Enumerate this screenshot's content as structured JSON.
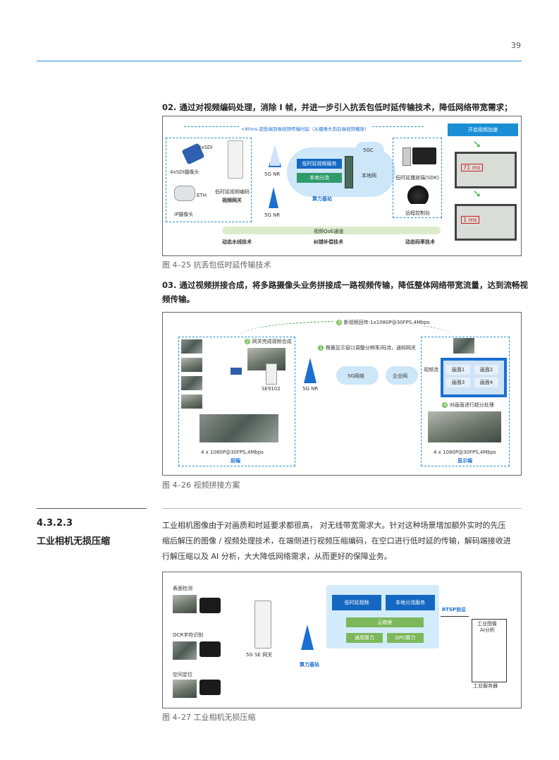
{
  "page_number": "39",
  "section1": {
    "heading": "02. 通过对视频编码处理，消除 I 帧，并进一步引入抗丢包低时延传输技术，降低网络带宽需求；",
    "figure": {
      "latency_banner": "<80ms  超低端到端视频传输时延（从摄像头到后端视频播放）",
      "sdi_label": "4xSDI",
      "sdi_camera": "4xSDI摄像头",
      "eth_label": "ETH",
      "ip_camera": "IP摄像头",
      "encoder_label": "低时延视频编码",
      "gateway_label": "视频网关",
      "nr_top": "5G NR",
      "nr_bottom": "5G NR",
      "service_low_latency": "低时延视频服务",
      "service_local_split": "本地分流",
      "compute_station": "算力基站",
      "gc_label": "5GC",
      "local_net": "本地网",
      "decoder_label": "低时延播放端(SDK)",
      "console_label": "远程控制台",
      "accel_button": "开启视频加速",
      "qoe_bar": "视频QoE通道",
      "tech1": "动态水线技术",
      "tech2": "纠错补偿技术",
      "tech3": "动态码率技术",
      "screen_top_text": "71 ms",
      "screen_bottom_text": "1 ms"
    },
    "caption": "图 4–25 抗丢包低时延传输技术"
  },
  "section2": {
    "heading_line1": "03. 通过视频拼接合成，将多路摄像头业务拼接成一路视频传输，降低整体网络带宽流量，达到流畅视",
    "heading_line2": "频传输。",
    "figure": {
      "step3": "新视频回传:1x1080P@30FPS,4Mbps",
      "step2": "网关完成视频合成",
      "step1": "根据显示窗口调整分辨率/码流，通知网关",
      "step4": "对画面进行超分处理",
      "gateway_model": "SE9102",
      "nr_label": "5G NR",
      "net_5g": "5G网络",
      "net_ent": "企业网",
      "stream_label": "视频流",
      "screens": [
        "画面1",
        "画面2",
        "画面3",
        "画面4"
      ],
      "front_spec": "4 x 1080P@30FPS,4Mbps",
      "front_label": "前端",
      "display_spec": "4 x 1080P@30FPS,4Mbps",
      "display_label": "显示端"
    },
    "caption": "图 4–26 视频拼接方案"
  },
  "section3": {
    "number": "4.3.2.3",
    "title": "工业相机无损压缩",
    "para_line1": "工业相机图像由于对画质和时延要求都很高， 对无线带宽需求大。针对这种场景增加额外实时的先压",
    "para_line2": "缩后解压的图像 / 视频处理技术，在端侧进行视频压缩编码，在空口进行低时延的传输，解码端接收进",
    "para_line3": "行解压缩以及 AI 分析，大大降低网络需求，从而更好的保障业务。",
    "figure": {
      "cam1": "表面检测",
      "cam2": "OCR字符识别",
      "cam3": "空间定位",
      "gateway": "5G SE 网关",
      "station": "算力基站",
      "svc1": "低时延视频",
      "svc2": "本地分流服务",
      "cloud_base": "云底座",
      "general_compute": "通用算力",
      "gpu_compute": "GPU算力",
      "rtsp": "RTSP协议",
      "server_ai_line1": "工业图像",
      "server_ai_line2": "AI分析",
      "server_label": "工业服务器"
    },
    "caption": "图 4–27 工业相机无损压缩"
  },
  "colors": {
    "accent_blue": "#1a8fd6",
    "green": "#2e9b6b",
    "service_blue": "#1468c2"
  }
}
